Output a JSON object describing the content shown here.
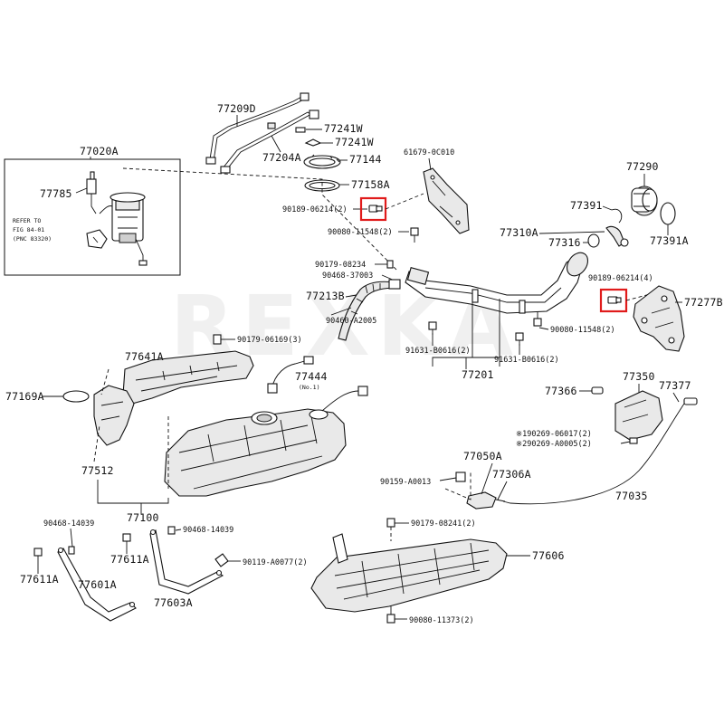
{
  "watermark": "REXKA",
  "inset": {
    "title": "77020A",
    "note_lines": [
      "REFER TO",
      "FIG 84-01",
      "(PNC 83320)"
    ]
  },
  "labels": {
    "l77209d": "77209D",
    "l77241w_1": "77241W",
    "l77241w_2": "77241W",
    "l77204a": "77204A",
    "l77144": "77144",
    "l77158a": "77158A",
    "l61679": "61679-0C010",
    "l77290": "77290",
    "l77391": "77391",
    "l77391a": "77391A",
    "l77310a": "77310A",
    "l77316": "77316",
    "l77785": "77785",
    "l90189a": "90189-06214(2)",
    "l90080a": "90080-11548(2)",
    "l90179a": "90179-08234",
    "l90468a": "90468-37003",
    "l77213b": "77213B",
    "l90460": "90460-A2005",
    "l90179b": "90179-06169(3)",
    "l91631a": "91631-B0616(2)",
    "l91631b": "91631-B0616(2)",
    "l77201": "77201",
    "l90189b": "90189-06214(4)",
    "l77277b": "77277B",
    "l90080b": "90080-11548(2)",
    "l77641a": "77641A",
    "l77444": "77444",
    "l77444no": "(No.1)",
    "l77169a": "77169A",
    "l77512": "77512",
    "l77100": "77100",
    "l77350": "77350",
    "l77366": "77366",
    "l77377": "77377",
    "l90269a": "※190269-06017(2)",
    "l90269b": "※290269-A0005(2)",
    "l77050a": "77050A",
    "l77306a": "77306A",
    "l90159": "90159-A0013",
    "l77035": "77035",
    "l90468b": "90468-14039",
    "l90468c": "90468-14039",
    "l77611a_1": "77611A",
    "l77611a_2": "77611A",
    "l77601a": "77601A",
    "l77603a": "77603A",
    "l90119": "90119-A0077(2)",
    "l90179c": "90179-08241(2)",
    "l77606": "77606",
    "l90080c": "90080-11373(2)"
  }
}
